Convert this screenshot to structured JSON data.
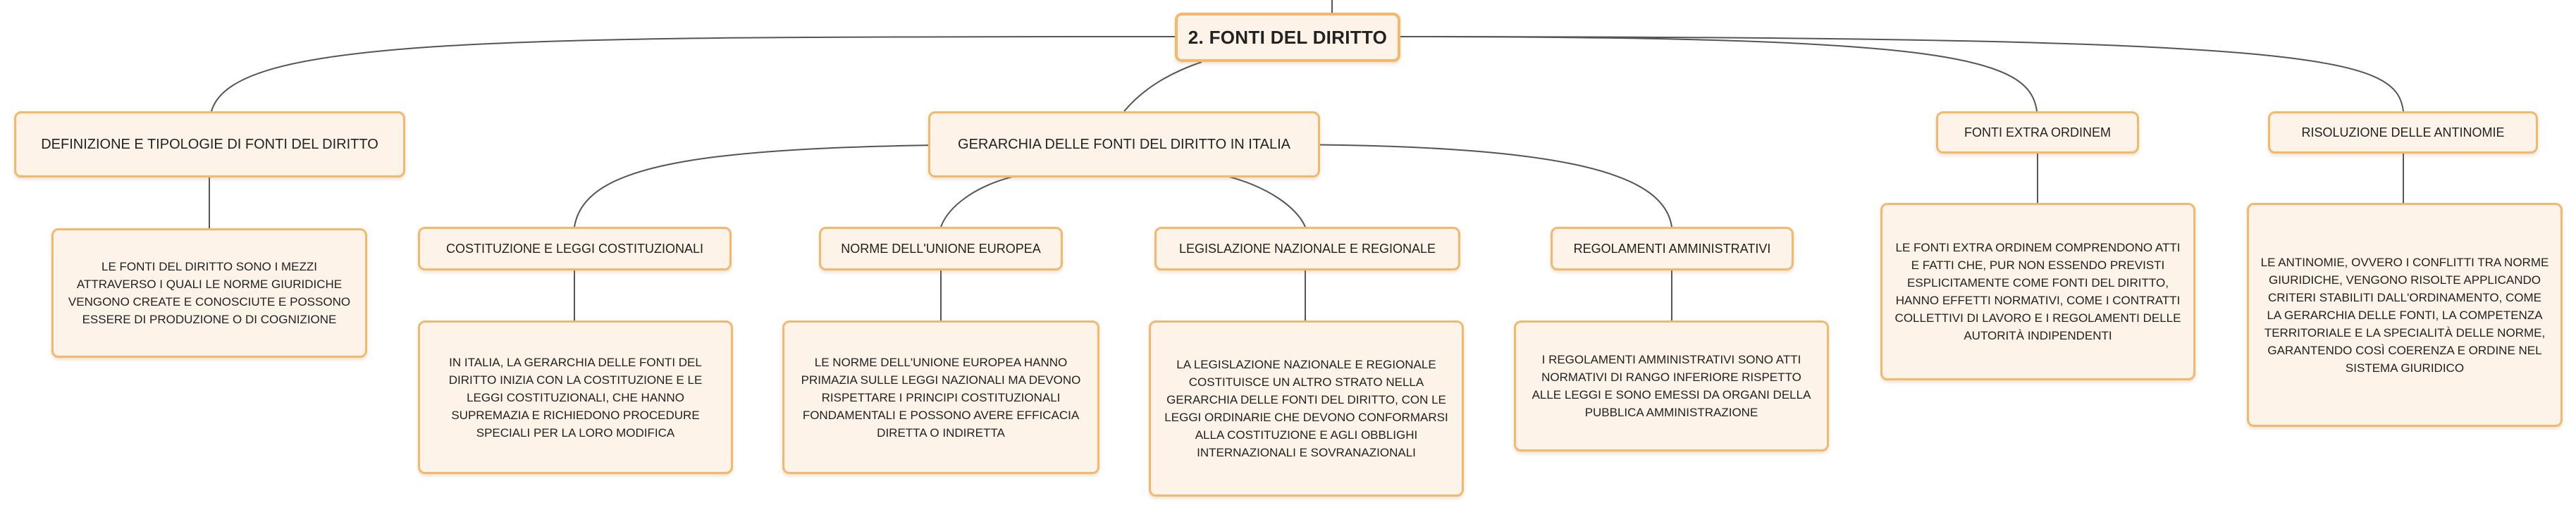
{
  "title": "2. FONTI DEL DIRITTO",
  "topics": {
    "definizione": {
      "label": "DEFINIZIONE E TIPOLOGIE DI FONTI DEL DIRITTO",
      "text": "LE FONTI DEL DIRITTO SONO I MEZZI ATTRAVERSO I QUALI LE NORME GIURIDICHE VENGONO CREATE E CONOSCIUTE E POSSONO ESSERE DI PRODUZIONE O DI COGNIZIONE"
    },
    "gerarchia": {
      "label": "GERARCHIA DELLE FONTI DEL DIRITTO IN ITALIA",
      "children": {
        "costituzione": {
          "label": "COSTITUZIONE E LEGGI COSTITUZIONALI",
          "text": "IN ITALIA, LA GERARCHIA DELLE FONTI DEL DIRITTO INIZIA CON LA COSTITUZIONE E LE LEGGI COSTITUZIONALI, CHE HANNO SUPREMAZIA E RICHIEDONO PROCEDURE SPECIALI PER LA LORO MODIFICA"
        },
        "ue": {
          "label": "NORME DELL'UNIONE EUROPEA",
          "text": "LE NORME DELL'UNIONE EUROPEA HANNO PRIMAZIA SULLE LEGGI NAZIONALI MA DEVONO RISPETTARE I PRINCIPI COSTITUZIONALI FONDAMENTALI E POSSONO AVERE EFFICACIA DIRETTA O INDIRETTA"
        },
        "legislazione": {
          "label": "LEGISLAZIONE NAZIONALE E REGIONALE",
          "text": "LA LEGISLAZIONE NAZIONALE E REGIONALE COSTITUISCE UN ALTRO STRATO NELLA GERARCHIA DELLE FONTI DEL DIRITTO, CON LE LEGGI ORDINARIE CHE DEVONO CONFORMARSI ALLA COSTITUZIONE E AGLI OBBLIGHI INTERNAZIONALI E SOVRANAZIONALI"
        },
        "regolamenti": {
          "label": "REGOLAMENTI AMMINISTRATIVI",
          "text": "I REGOLAMENTI AMMINISTRATIVI SONO ATTI NORMATIVI DI RANGO INFERIORE RISPETTO ALLE LEGGI E SONO EMESSI DA ORGANI DELLA PUBBLICA AMMINISTRAZIONE"
        }
      }
    },
    "extra": {
      "label": "FONTI EXTRA ORDINEM",
      "text": "LE FONTI EXTRA ORDINEM COMPRENDONO ATTI E FATTI CHE, PUR NON ESSENDO PREVISTI ESPLICITAMENTE COME FONTI DEL DIRITTO, HANNO EFFETTI NORMATIVI, COME I CONTRATTI COLLETTIVI DI LAVORO E I REGOLAMENTI DELLE AUTORITÀ INDIPENDENTI"
    },
    "antinomie": {
      "label": "RISOLUZIONE DELLE ANTINOMIE",
      "text": "LE ANTINOMIE, OVVERO I CONFLITTI TRA NORME GIURIDICHE, VENGONO RISOLTE APPLICANDO CRITERI STABILITI DALL'ORDINAMENTO, COME LA GERARCHIA DELLE FONTI, LA COMPETENZA TERRITORIALE E LA SPECIALITÀ DELLE NORME, GARANTENDO COSÌ COERENZA E ORDINE NEL SISTEMA GIURIDICO"
    }
  }
}
